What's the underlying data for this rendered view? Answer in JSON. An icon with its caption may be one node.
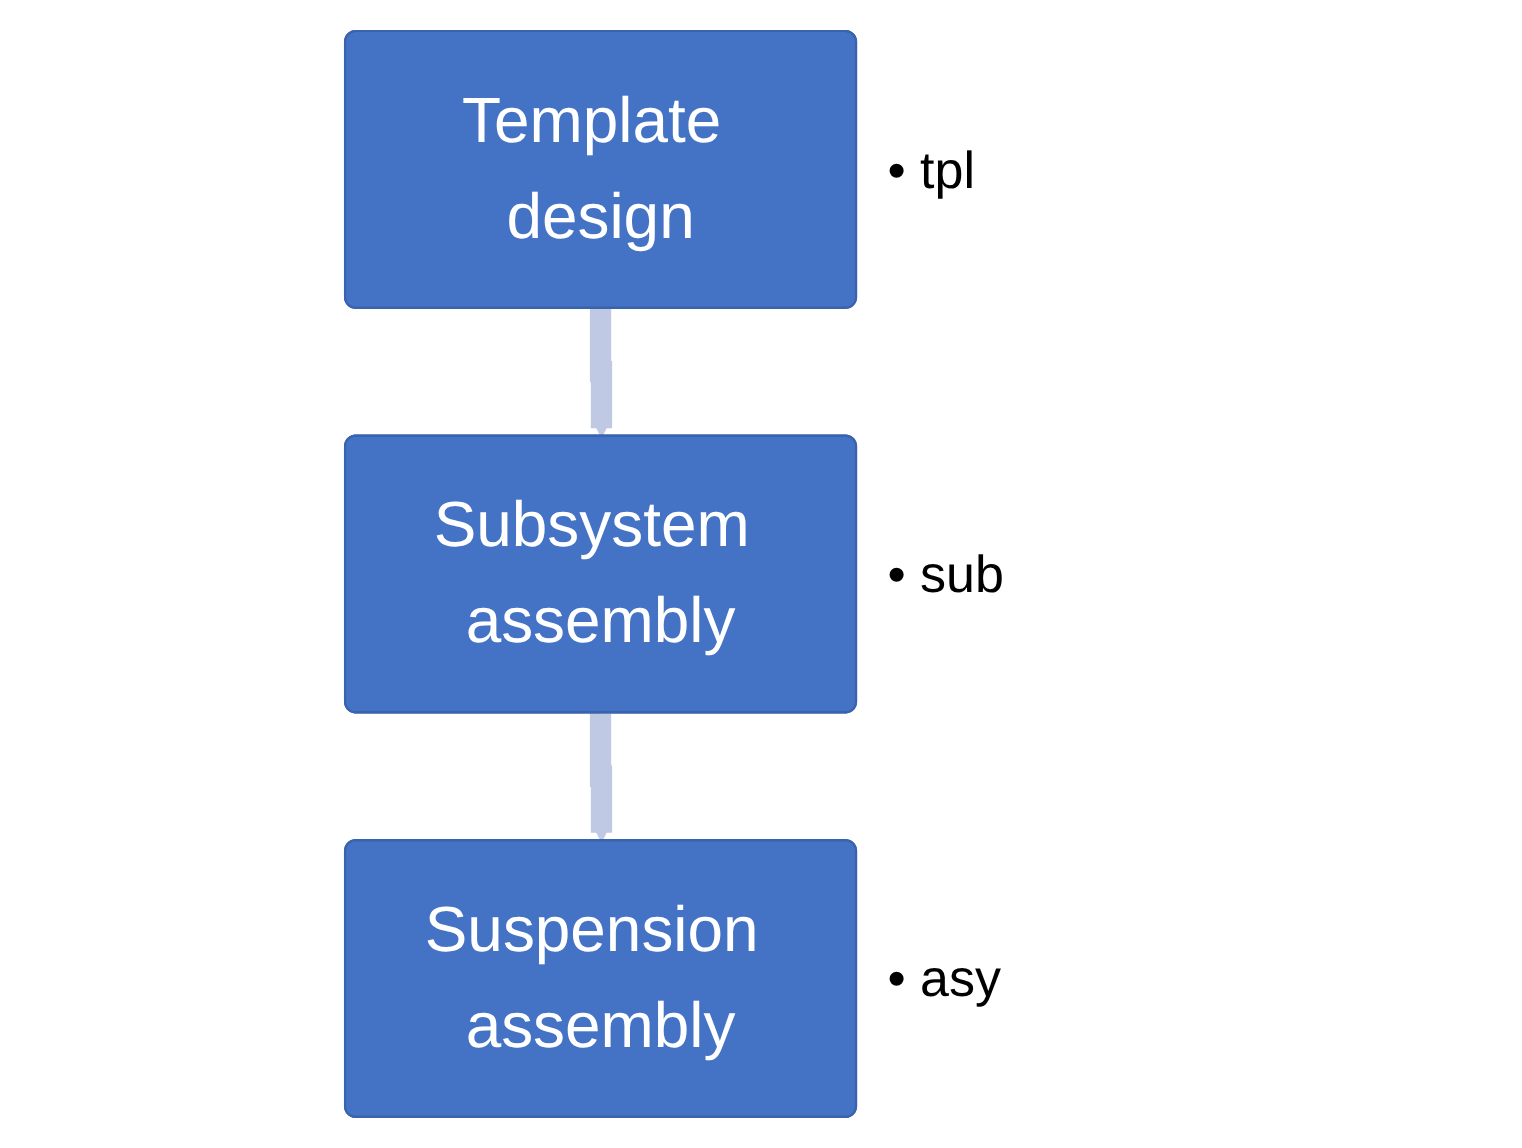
{
  "diagram": {
    "nodes": [
      {
        "text": [
          "Template design"
        ],
        "beside": [
          "• tpl"
        ]
      },
      {
        "text": [
          "Subsystem assembly"
        ],
        "beside": [
          "• sub"
        ]
      },
      {
        "text": [
          "Suspension assembly"
        ],
        "beside": [
          "• asy"
        ]
      }
    ],
    "edges": [
      {
        "from": 0,
        "to": 1,
        "arrow": "to"
      },
      {
        "from": 1,
        "to": 2,
        "arrow": "to"
      }
    ]
  }
}
